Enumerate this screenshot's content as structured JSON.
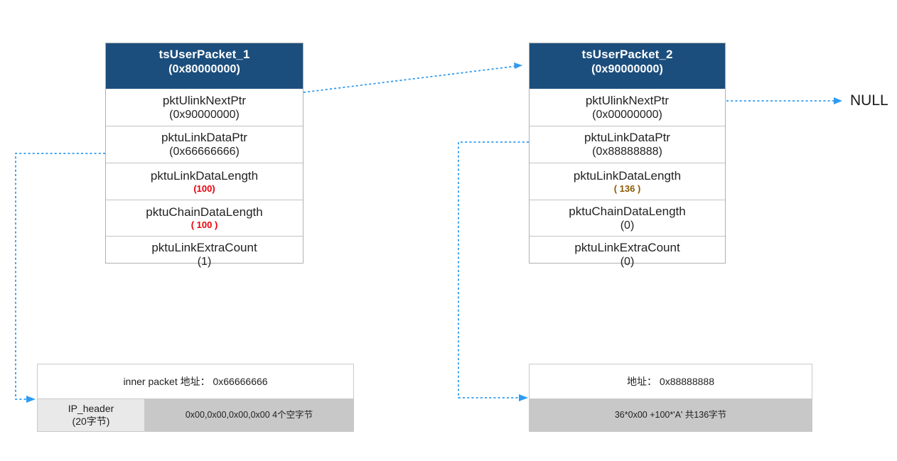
{
  "diagram": {
    "title_hidden": "",
    "colors": {
      "header_blue": "#1b4e7d",
      "arrow_blue": "#2f9bf0",
      "highlight_red": "#e8000b",
      "segment_gray": "#c8c8c8",
      "segment_light_gray": "#e9e9e9"
    }
  },
  "structs": [
    {
      "id": "tsUserPacket_1",
      "header_name": "tsUserPacket_1",
      "header_address": "(0x80000000)",
      "rows": [
        {
          "name": "pktUlinkNextPtr",
          "value": "(0x90000000)",
          "style": "normal"
        },
        {
          "name": "pktuLinkDataPtr",
          "value": "(0x66666666)",
          "style": "normal"
        },
        {
          "name": "pktuLinkDataLength",
          "value": "(100)",
          "style": "red-small"
        },
        {
          "name": "pktuChainDataLength",
          "value": "( 100  )",
          "style": "red-small"
        },
        {
          "name": "pktuLinkExtraCount",
          "value": "(1)",
          "style": "normal"
        }
      ]
    },
    {
      "id": "tsUserPacket_2",
      "header_name": "tsUserPacket_2",
      "header_address": "(0x90000000)",
      "rows": [
        {
          "name": "pktUlinkNextPtr",
          "value": "(0x00000000)",
          "style": "normal"
        },
        {
          "name": "pktuLinkDataPtr",
          "value": "(0x88888888)",
          "style": "normal"
        },
        {
          "name": "pktuLinkDataLength",
          "value": "( 136 )",
          "style": "amber-small"
        },
        {
          "name": "pktuChainDataLength",
          "value": "(0)",
          "style": "normal"
        },
        {
          "name": "pktuLinkExtraCount",
          "value": "(0)",
          "style": "normal"
        }
      ]
    }
  ],
  "memory_blocks": [
    {
      "id": "inner-packet-buffer",
      "address_label": "inner packet 地址： 0x66666666",
      "segments": [
        {
          "kind": "header",
          "line1": "IP_header",
          "line2": "(20字节)"
        },
        {
          "kind": "payload",
          "text": "0x00,0x00,0x00,0x00 4个空字节"
        }
      ]
    },
    {
      "id": "chain-data-buffer",
      "address_label": "地址： 0x88888888",
      "segments": [
        {
          "kind": "payload",
          "text": "36*0x00 +100*'A' 共136字节"
        }
      ]
    }
  ],
  "labels": {
    "null_terminator": "NULL"
  }
}
